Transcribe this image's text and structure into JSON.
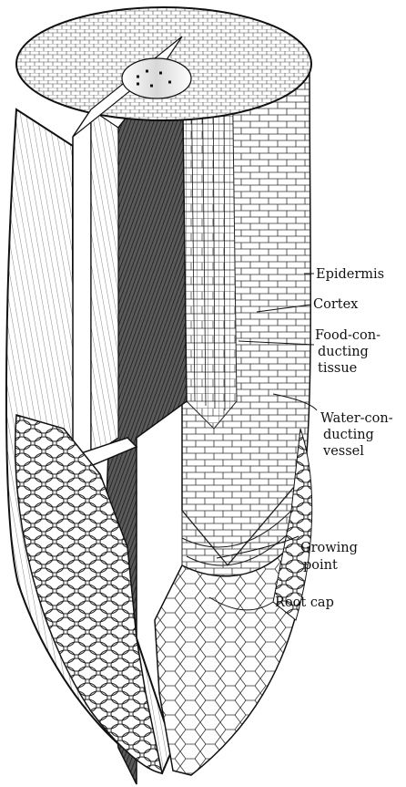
{
  "diagram": {
    "labels": {
      "epidermis": [
        "Epidermis"
      ],
      "cortex": [
        "Cortex"
      ],
      "food_tissue": [
        "Food-con-",
        "ducting",
        "tissue"
      ],
      "water_vessel": [
        "Water-con-",
        "ducting",
        "vessel"
      ],
      "growing_point": [
        "Growing",
        "point"
      ],
      "root_cap": [
        "Root cap"
      ]
    }
  }
}
